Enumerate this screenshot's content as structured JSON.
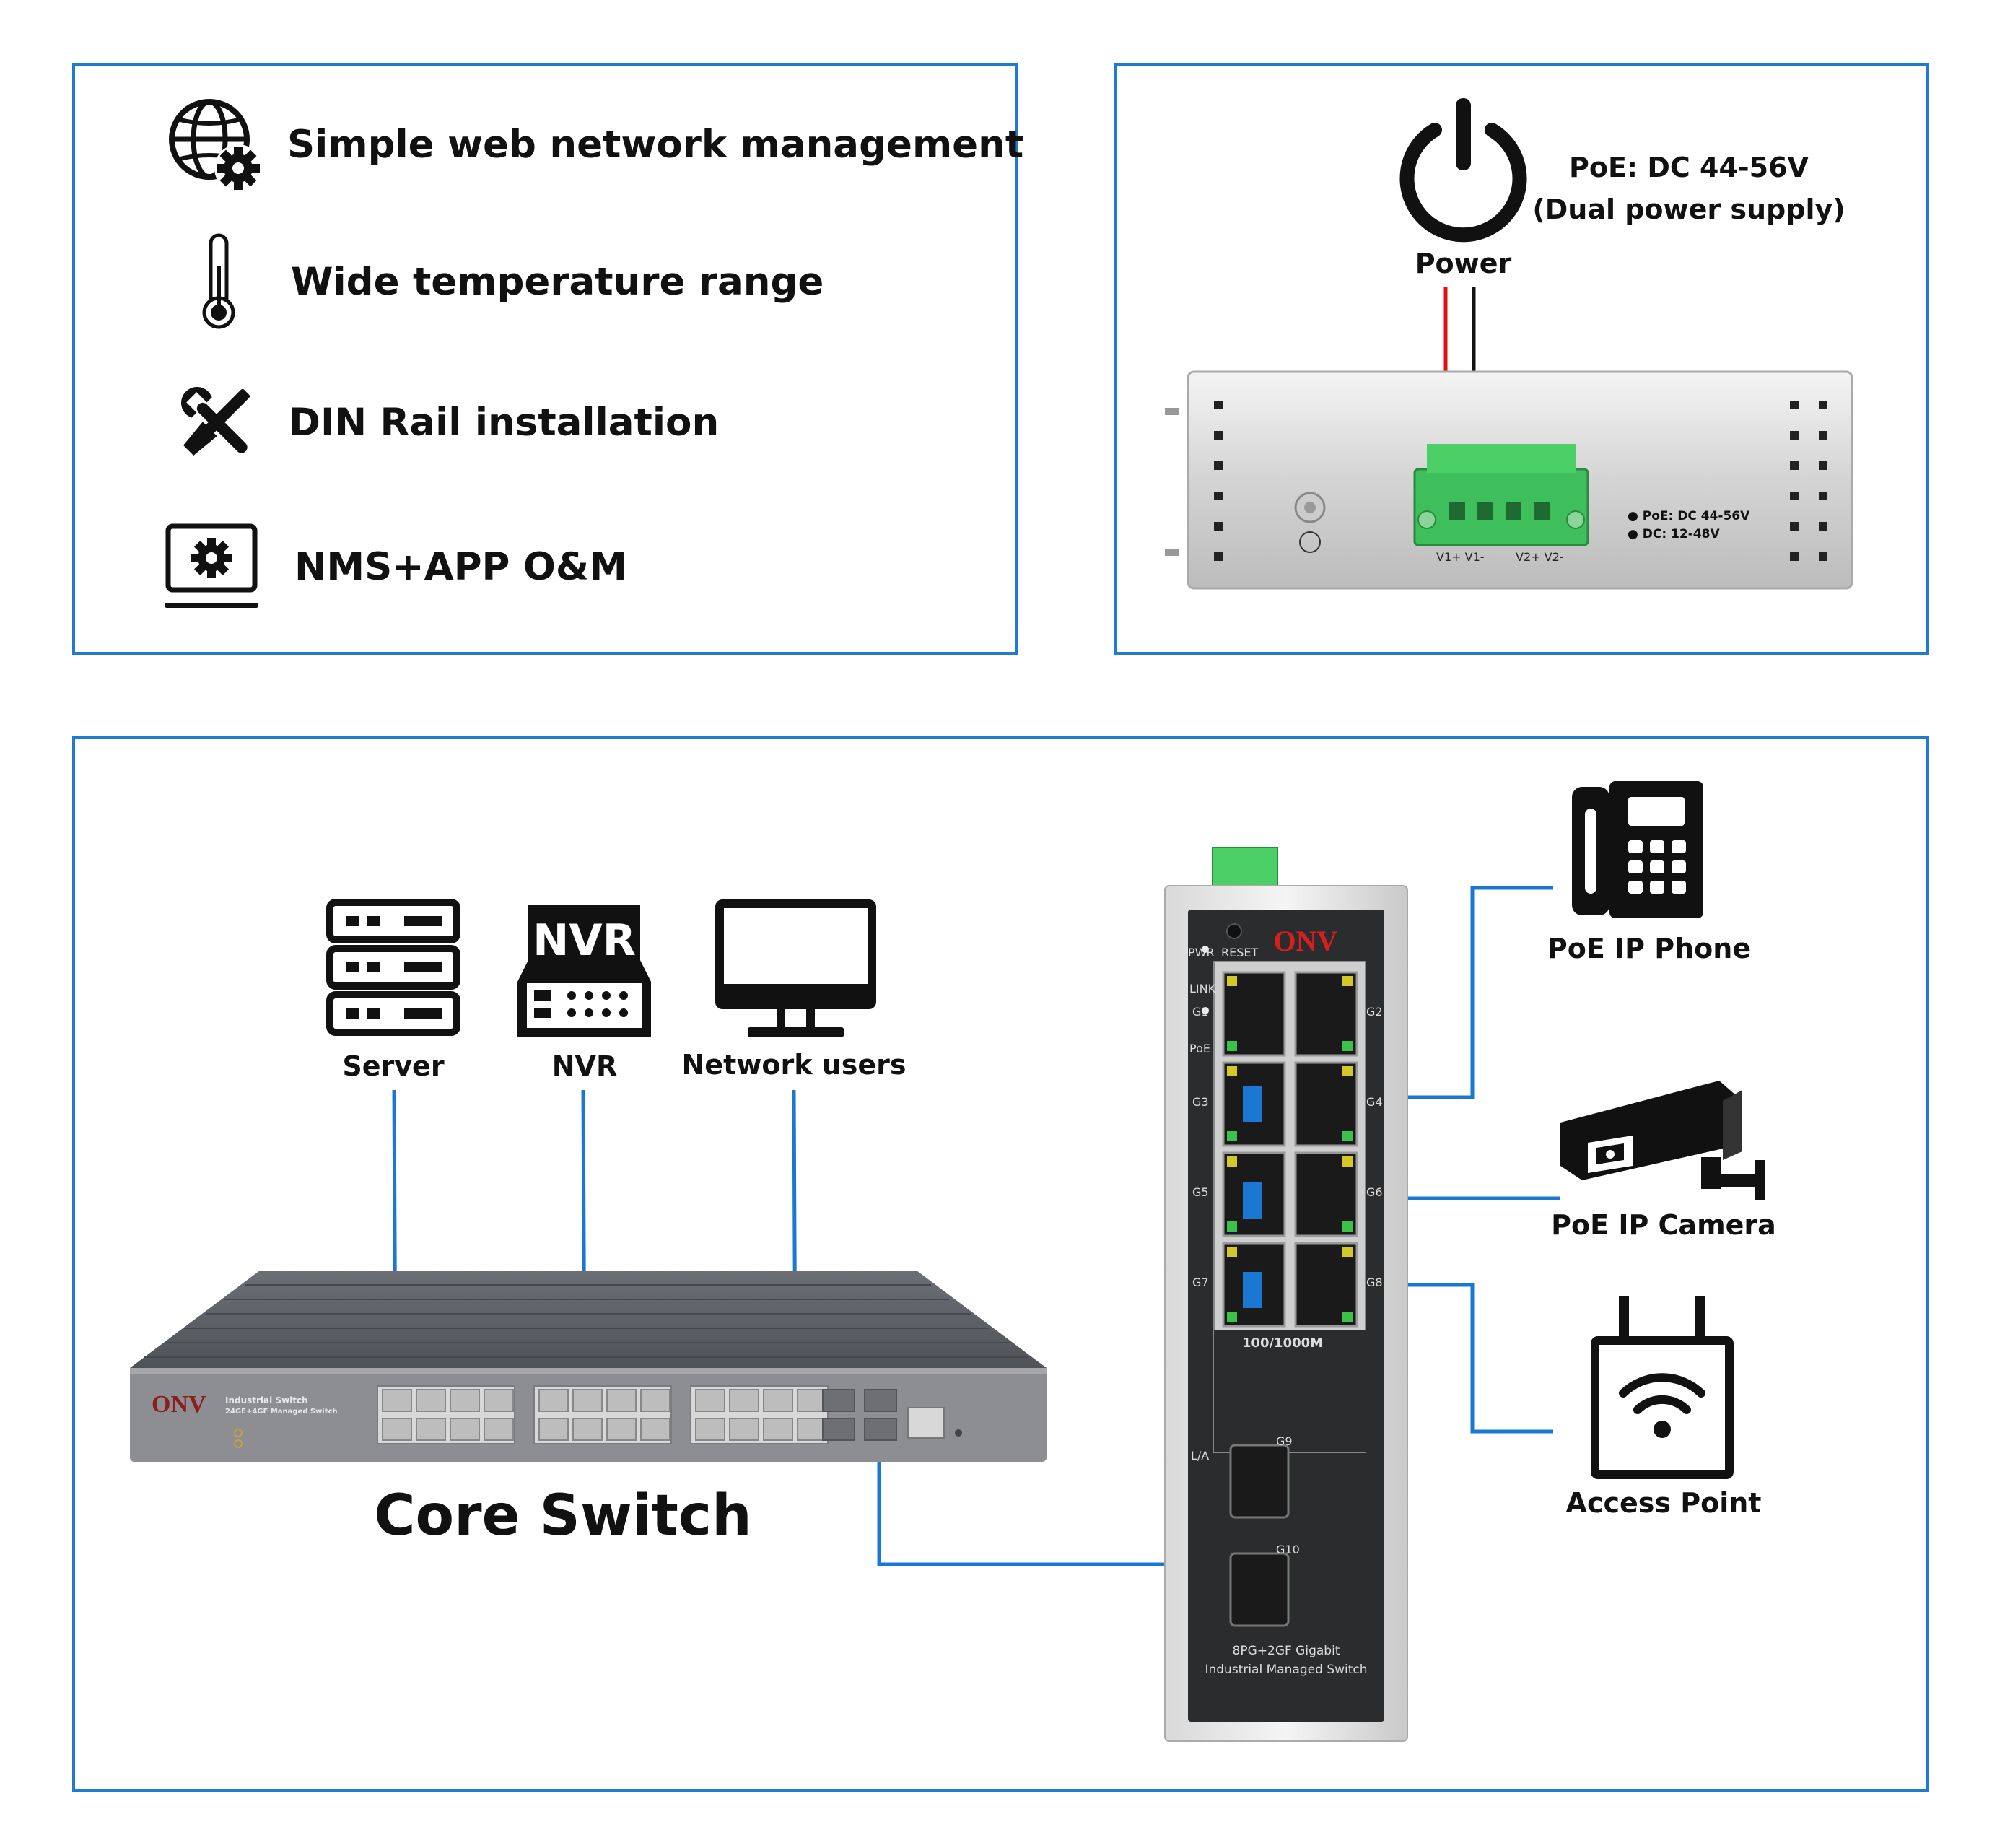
{
  "features": {
    "items": [
      {
        "icon": "globe-gear-icon",
        "label": "Simple web network management"
      },
      {
        "icon": "thermometer-icon",
        "label": "Wide temperature range"
      },
      {
        "icon": "wrench-screwdriver-icon",
        "label": "DIN Rail installation"
      },
      {
        "icon": "laptop-gear-icon",
        "label": "NMS+APP O&M"
      }
    ]
  },
  "power": {
    "icon": "power-icon",
    "label": "Power",
    "spec_line1": "PoE: DC 44-56V",
    "spec_line2": "(Dual power supply)",
    "terminal_labels": [
      "V1+",
      "V1-",
      "V2+",
      "V2-"
    ],
    "side_spec1": "PoE: DC 44-56V",
    "side_spec2": "DC: 12-48V",
    "wire_colors": {
      "positive": "#e01010",
      "negative": "#111111"
    }
  },
  "topology": {
    "devices": [
      {
        "icon": "server-icon",
        "label": "Server"
      },
      {
        "icon": "nvr-icon",
        "label": "NVR",
        "badge": "NVR"
      },
      {
        "icon": "monitor-icon",
        "label": "Network users"
      }
    ],
    "core_switch": {
      "label": "Core Switch",
      "brand": "ONV",
      "model_line1": "Industrial Switch",
      "model_line2": "24GE+4GF Managed Switch"
    },
    "industrial_switch": {
      "brand": "ONV",
      "pwr": "PWR",
      "reset": "RESET",
      "link": "LINK",
      "poe": "PoE",
      "port_labels_left": [
        "G1",
        "G3",
        "G5",
        "G7"
      ],
      "port_labels_right": [
        "G2",
        "G4",
        "G6",
        "G8"
      ],
      "speed": "100/1000M",
      "sfp_labels": [
        "G9",
        "G10"
      ],
      "la": "L/A",
      "desc_line1": "8PG+2GF Gigabit",
      "desc_line2": "Industrial Managed Switch"
    },
    "endpoints": [
      {
        "icon": "ip-phone-icon",
        "label": "PoE IP Phone"
      },
      {
        "icon": "ip-camera-icon",
        "label": "PoE IP Camera"
      },
      {
        "icon": "access-point-icon",
        "label": "Access Point"
      }
    ],
    "link_color": "#1a78d2"
  }
}
